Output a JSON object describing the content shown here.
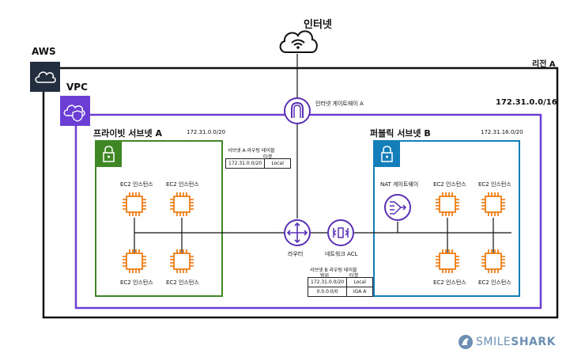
{
  "internet_label": "인터넷",
  "aws_label": "AWS",
  "region_label": "리전 A",
  "vpc_label": "VPC",
  "vpc_cidr": "172.31.0.0/16",
  "igw_label": "인터넷 게이트웨이 A",
  "private_subnet": {
    "label": "프라이빗 서브넷 A",
    "cidr": "172.31.0.0/20",
    "instances": [
      "EC2 인스턴스",
      "EC2 인스턴스",
      "EC2 인스턴스",
      "EC2 인스턴스"
    ]
  },
  "public_subnet": {
    "label": "퍼블릭 서브넷 B",
    "cidr": "172.31.16.0/20",
    "nat_label": "NAT 게이트웨이",
    "instances": [
      "EC2 인스턴스",
      "EC2 인스턴스",
      "EC2 인스턴스",
      "EC2 인스턴스"
    ]
  },
  "route_table_a": {
    "title": "서브넷 A 라우팅 테이블",
    "target_header": "타겟",
    "rows": [
      [
        "172.31.0.0/20",
        "Local"
      ]
    ]
  },
  "route_table_b": {
    "title": "서브넷 B 라우팅 테이블",
    "range_header": "범위",
    "target_header": "타겟",
    "rows": [
      [
        "172.31.0.0/20",
        "Local"
      ],
      [
        "0.0.0.0/0",
        "IGA A"
      ]
    ]
  },
  "router_label": "라우터",
  "nacl_label": "네트워크 ACL",
  "brand": {
    "part1": "SMILE",
    "part2": "SHARK"
  },
  "colors": {
    "vpc": "#6b3fd4",
    "private_subnet": "#3f8624",
    "public_subnet": "#147eba",
    "ec2": "#ed7100",
    "network_icon": "#5a30b5",
    "brand": "#6d8fb3"
  }
}
